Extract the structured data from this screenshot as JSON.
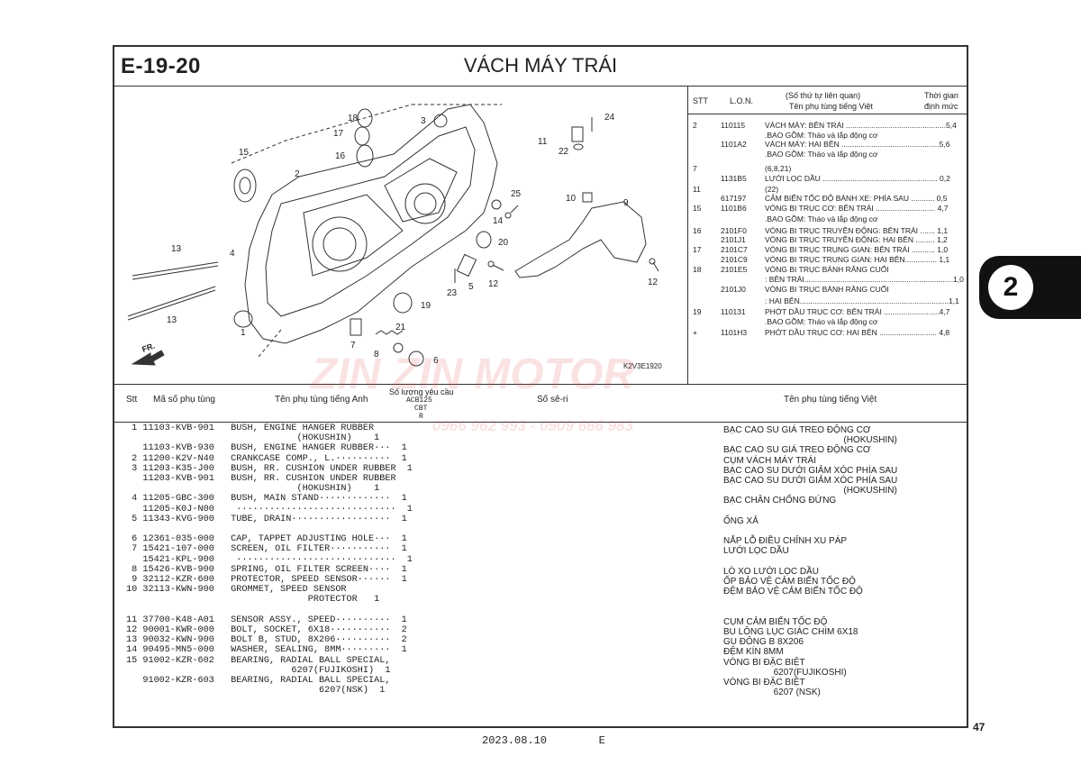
{
  "header": {
    "code": "E-19-20",
    "title": "VÁCH MÁY TRÁI"
  },
  "diagram": {
    "fr_label": "FR.",
    "ref_code": "K2V3E1920",
    "callouts": [
      "1",
      "2",
      "3",
      "4",
      "5",
      "6",
      "7",
      "8",
      "9",
      "10",
      "11",
      "12",
      "12",
      "13",
      "13",
      "14",
      "15",
      "16",
      "17",
      "18",
      "19",
      "20",
      "21",
      "22",
      "23",
      "24",
      "25"
    ]
  },
  "lon": {
    "h_stt": "STT",
    "h_lon": "L.O.N.",
    "h_desc1": "(Số thứ tự liên quan)",
    "h_desc2": "Tên phụ tùng tiếng Việt",
    "h_time1": "Thời gian",
    "h_time2": "định mức",
    "rows": [
      {
        "stt": "2",
        "lon": "110115",
        "desc": "VÁCH MÁY: BÊN TRÁI ...............................................5,4"
      },
      {
        "stt": "",
        "lon": "",
        "desc": ".BAO GỒM: Tháo và lắp động cơ"
      },
      {
        "stt": "",
        "lon": "1101A2",
        "desc": "VÁCH MÁY: HAI BÊN ..............................................5,6"
      },
      {
        "stt": "",
        "lon": "",
        "desc": ".BAO GỒM: Tháo và lắp động cơ"
      },
      {
        "stt": "7",
        "lon": "",
        "desc": "(6,8,21)"
      },
      {
        "stt": "",
        "lon": "1131B5",
        "desc": "LƯỚI LỌC DẦU ...................................................... 0,2"
      },
      {
        "stt": "11",
        "lon": "",
        "desc": "(22)"
      },
      {
        "stt": "",
        "lon": "617197",
        "desc": "CẢM BIẾN TỐC ĐỘ BÁNH XE: PHÍA SAU ........... 0,5"
      },
      {
        "stt": "15",
        "lon": "1101B6",
        "desc": "VÒNG BI TRỤC CƠ: BÊN TRÁI ............................ 4,7"
      },
      {
        "stt": "",
        "lon": "",
        "desc": ".BAO GỒM: Tháo và lắp động cơ"
      },
      {
        "stt": "16",
        "lon": "2101F0",
        "desc": "VÒNG BI TRỤC TRUYỀN ĐỘNG: BÊN TRÁI ....... 1,1"
      },
      {
        "stt": "",
        "lon": "2101J1",
        "desc": "VÒNG BI TRỤC TRUYỀN ĐỘNG: HAI BÊN ......... 1,2"
      },
      {
        "stt": "17",
        "lon": "2101C7",
        "desc": "VÒNG BI TRỤC TRUNG GIAN: BÊN TRÁI ........... 1,0"
      },
      {
        "stt": "",
        "lon": "2101C9",
        "desc": "VÒNG BI TRỤC TRUNG GIAN: HAI BÊN............... 1,1"
      },
      {
        "stt": "18",
        "lon": "2101E5",
        "desc": "VÒNG BI TRỤC BÁNH RĂNG CUỐI"
      },
      {
        "stt": "",
        "lon": "",
        "desc": ": BÊN TRÁI......................................................................1,0"
      },
      {
        "stt": "",
        "lon": "2101J0",
        "desc": "VÒNG BI TRỤC BÁNH RĂNG CUỐI"
      },
      {
        "stt": "",
        "lon": "",
        "desc": ": HAI BÊN......................................................................1,1"
      },
      {
        "stt": "19",
        "lon": "110131",
        "desc": "PHỚT DẦU TRỤC CƠ: BÊN TRÁI ..........................4,7"
      },
      {
        "stt": "",
        "lon": "",
        "desc": ".BAO GỒM: Tháo và lắp động cơ"
      },
      {
        "stt": "+",
        "lon": "1101H3",
        "desc": "PHỚT DẦU TRỤC CƠ: HAI BÊN ........................... 4,8"
      }
    ]
  },
  "parts_header": {
    "stt": "Stt",
    "ma_so": "Mã số phụ tùng",
    "ten_anh": "Tên phụ tùng tiếng Anh",
    "so_luong": "Số lượng yêu cầu",
    "model": "ACB125",
    "cbt": "CBT",
    "r": "R",
    "so_seri": "Số sê-ri",
    "ten_viet": "Tên phụ tùng tiếng Việt"
  },
  "parts": [
    " 1 11103-KVB-901   BUSH, ENGINE HANGER RUBBER",
    "                               (HOKUSHIN)    1",
    "   11103-KVB-930   BUSH, ENGINE HANGER RUBBER···  1",
    " 2 11200-K2V-N40   CRANKCASE COMP., L.··········  1",
    " 3 11203-K35-J00   BUSH, RR. CUSHION UNDER RUBBER  1",
    "   11203-KVB-901   BUSH, RR. CUSHION UNDER RUBBER",
    "                               (HOKUSHIN)    1",
    " 4 11205-GBC-300   BUSH, MAIN STAND·············  1",
    "   11205-K0J-N00    ·····························  1",
    " 5 11343-KVG-900   TUBE, DRAIN··················  1",
    "",
    " 6 12361-035-000   CAP, TAPPET ADJUSTING HOLE···  1",
    " 7 15421-107-000   SCREEN, OIL FILTER···········  1",
    "   15421-KPL-900    ·····························  1",
    " 8 15426-KVB-900   SPRING, OIL FILTER SCREEN····  1",
    " 9 32112-KZR-600   PROTECTOR, SPEED SENSOR······  1",
    "10 32113-KWN-900   GROMMET, SPEED SENSOR",
    "                                 PROTECTOR   1",
    "",
    "11 37700-K48-A01   SENSOR ASSY., SPEED··········  1",
    "12 90001-KWR-000   BOLT, SOCKET, 6X18···········  2",
    "13 90032-KWN-900   BOLT B, STUD, 8X206··········  2",
    "14 90495-MN5-000   WASHER, SEALING, 8MM·········  1",
    "15 91002-KZR-602   BEARING, RADIAL BALL SPECIAL,",
    "                              6207(FUJIKOSHI)  1",
    "   91002-KZR-603   BEARING, RADIAL BALL SPECIAL,",
    "                                   6207(NSK)  1"
  ],
  "viet_names": [
    "BẠC CAO SU GIÁ TREO ĐỘNG CƠ",
    "                                                (HOKUSHIN)",
    "BẠC CAO SU GIÁ TREO ĐỘNG CƠ",
    "CỤM VÁCH MÁY TRÁI",
    "BẠC CAO SU DƯỚI GIẢM XÓC PHÍA SAU",
    "BẠC CAO SU DƯỚI GIẢM XÓC PHÍA SAU",
    "                                                (HOKUSHIN)",
    "BẠC CHÂN CHỐNG ĐỨNG",
    "",
    "ỐNG XẢ",
    "",
    "NẮP LỖ ĐIỀU CHỈNH XU PÁP",
    "LƯỚI LỌC DẦU",
    "",
    "LÒ XO LƯỚI LỌC DẦU",
    "ỐP BẢO VỆ CẢM BIẾN TỐC ĐỘ",
    "ĐỆM BẢO VỆ CẢM BIẾN TỐC ĐỘ",
    "",
    "",
    "CỤM CẢM BIẾN TỐC ĐỘ",
    "BU LÔNG LỤC GIÁC CHÌM 6X18",
    "GU ĐÔNG B 8X206",
    "ĐỆM KÍN 8MM",
    "VÒNG BI ĐẶC BIỆT",
    "                    6207(FUJIKOSHI)",
    "VÒNG BI ĐẶC BIỆT",
    "                    6207 (NSK)"
  ],
  "tab": {
    "number": "2"
  },
  "page": {
    "number": "47",
    "footer_date": "2023.08.10",
    "footer_letter": "E"
  },
  "watermark": {
    "brand": "ZIN ZIN MOTOR",
    "phone": "0966 962 993 - 0909 666 983"
  }
}
